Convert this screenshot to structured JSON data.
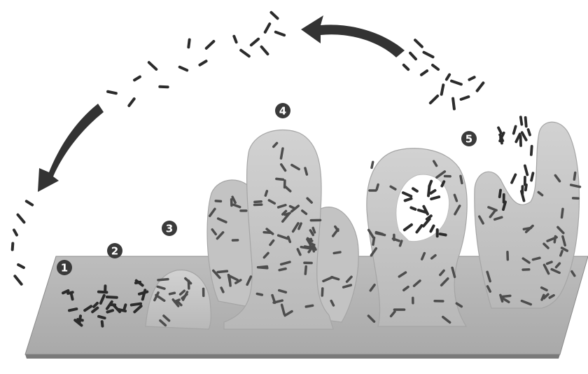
{
  "diagram": {
    "stages": [
      {
        "number": "1"
      },
      {
        "number": "2"
      },
      {
        "number": "3"
      },
      {
        "number": "4"
      },
      {
        "number": "5"
      }
    ]
  },
  "colors": {
    "background": "#ffffff",
    "substrate": "#b4b4b4",
    "substrate_edge": "#8a8a8a",
    "colony": "#c9c9c9",
    "colony_edge": "#a5a5a5",
    "cell": "#4d4d4d",
    "free_cell": "#2b2b2b",
    "arrow": "#333333",
    "badge": "#3a3a3a"
  }
}
